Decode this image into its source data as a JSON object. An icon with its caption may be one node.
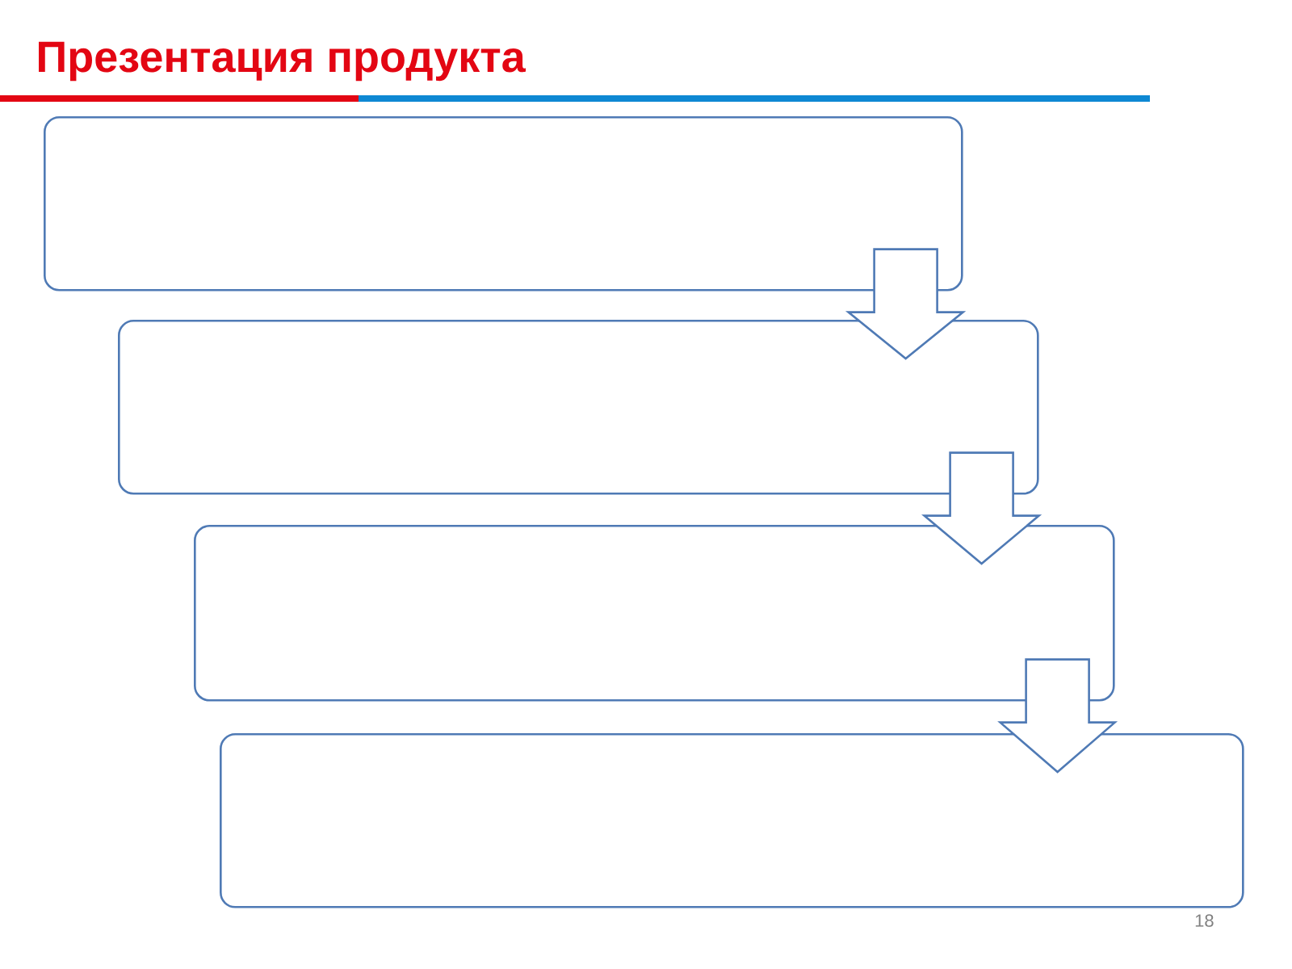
{
  "diagram": {
    "title": "Презентация продукта",
    "nodes": [
      {
        "text": [],
        "shape": "box"
      },
      {
        "text": [],
        "shape": "box"
      },
      {
        "text": [],
        "shape": "box"
      },
      {
        "text": [],
        "shape": "box"
      }
    ],
    "edges": [
      {
        "from": 0,
        "to": 1,
        "arrow": "to"
      },
      {
        "from": 1,
        "to": 2,
        "arrow": "to"
      },
      {
        "from": 2,
        "to": 3,
        "arrow": "to"
      }
    ],
    "labels": [
      "18"
    ]
  }
}
